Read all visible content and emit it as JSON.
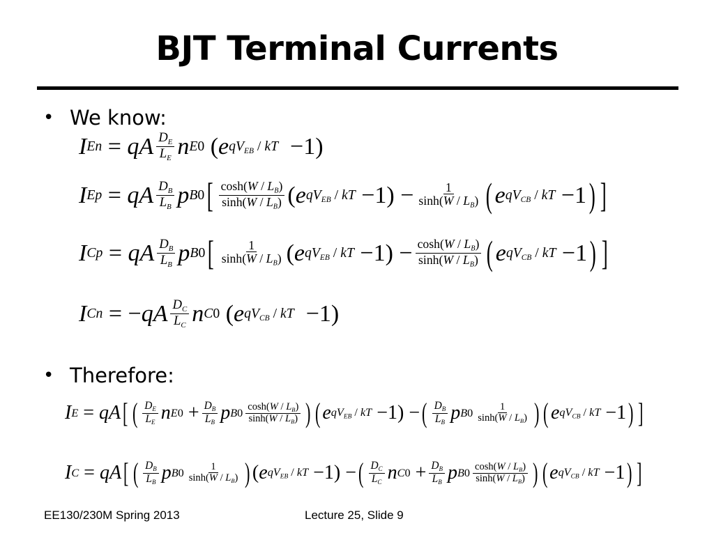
{
  "slide": {
    "title": "BJT Terminal Currents",
    "bullet1": "We know:",
    "bullet2": "Therefore:",
    "footer_left": "EE130/230M Spring 2013",
    "footer_center": "Lecture 25, Slide 9"
  },
  "equations": {
    "IEn": "I_En = qA (D_E/L_E) n_E0 (e^(qV_EB/kT) − 1)",
    "IEp": "I_Ep = qA (D_B/L_B) p_B0 [ cosh(W/L_B)/sinh(W/L_B) (e^(qV_EB/kT) − 1) − 1/sinh(W/L_B) (e^(qV_CB/kT) − 1) ]",
    "ICp": "I_Cp = qA (D_B/L_B) p_B0 [ 1/sinh(W/L_B) (e^(qV_EB/kT) − 1) − cosh(W/L_B)/sinh(W/L_B) (e^(qV_CB/kT) − 1) ]",
    "ICn": "I_Cn = −qA (D_C/L_C) n_C0 (e^(qV_CB/kT) − 1)",
    "IE": "I_E = qA[ (D_E/L_E n_E0 + D_B/L_B p_B0 cosh(W/L_B)/sinh(W/L_B)) (e^(qV_EB/kT) − 1) − (D_B/L_B p_B0 1/sinh(W/L_B)) (e^(qV_CB/kT) − 1) ]",
    "IC": "I_C = qA[ (D_B/L_B p_B0 1/sinh(W/L_B)) (e^(qV_EB/kT) − 1) − (D_C/L_C n_C0 + D_B/L_B p_B0 cosh(W/L_B)/sinh(W/L_B)) (e^(qV_CB/kT) − 1) ]"
  },
  "glyphs": {
    "bullet": "•",
    "minus": "−",
    "cosh": "cosh",
    "sinh": "sinh"
  }
}
